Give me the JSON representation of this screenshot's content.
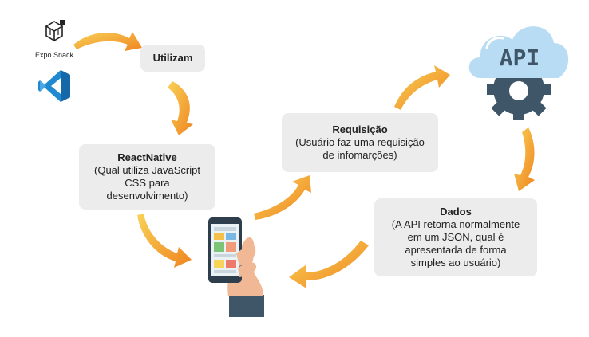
{
  "tools": {
    "expo_label": "Expo Snack"
  },
  "api_icon": {
    "label": "API"
  },
  "boxes": {
    "utilizam": {
      "title": "Utilizam"
    },
    "react": {
      "title": "ReactNative",
      "desc": "(Qual utiliza JavaScript\nCSS para\ndesenvolvimento)"
    },
    "req": {
      "title": "Requisição",
      "desc": "(Usuário faz uma requisição\nde infomarções)"
    },
    "dados": {
      "title": "Dados",
      "desc": "(A API retorna normalmente\nem um JSON, qual é\napresentada de forma\nsimples ao usuário)"
    }
  },
  "colors": {
    "arrow_light": "#f7c94a",
    "arrow_dark": "#f08a1c",
    "cloud": "#b9dcf5",
    "gear": "#3f5668",
    "vscode": "#1f8ad2"
  }
}
